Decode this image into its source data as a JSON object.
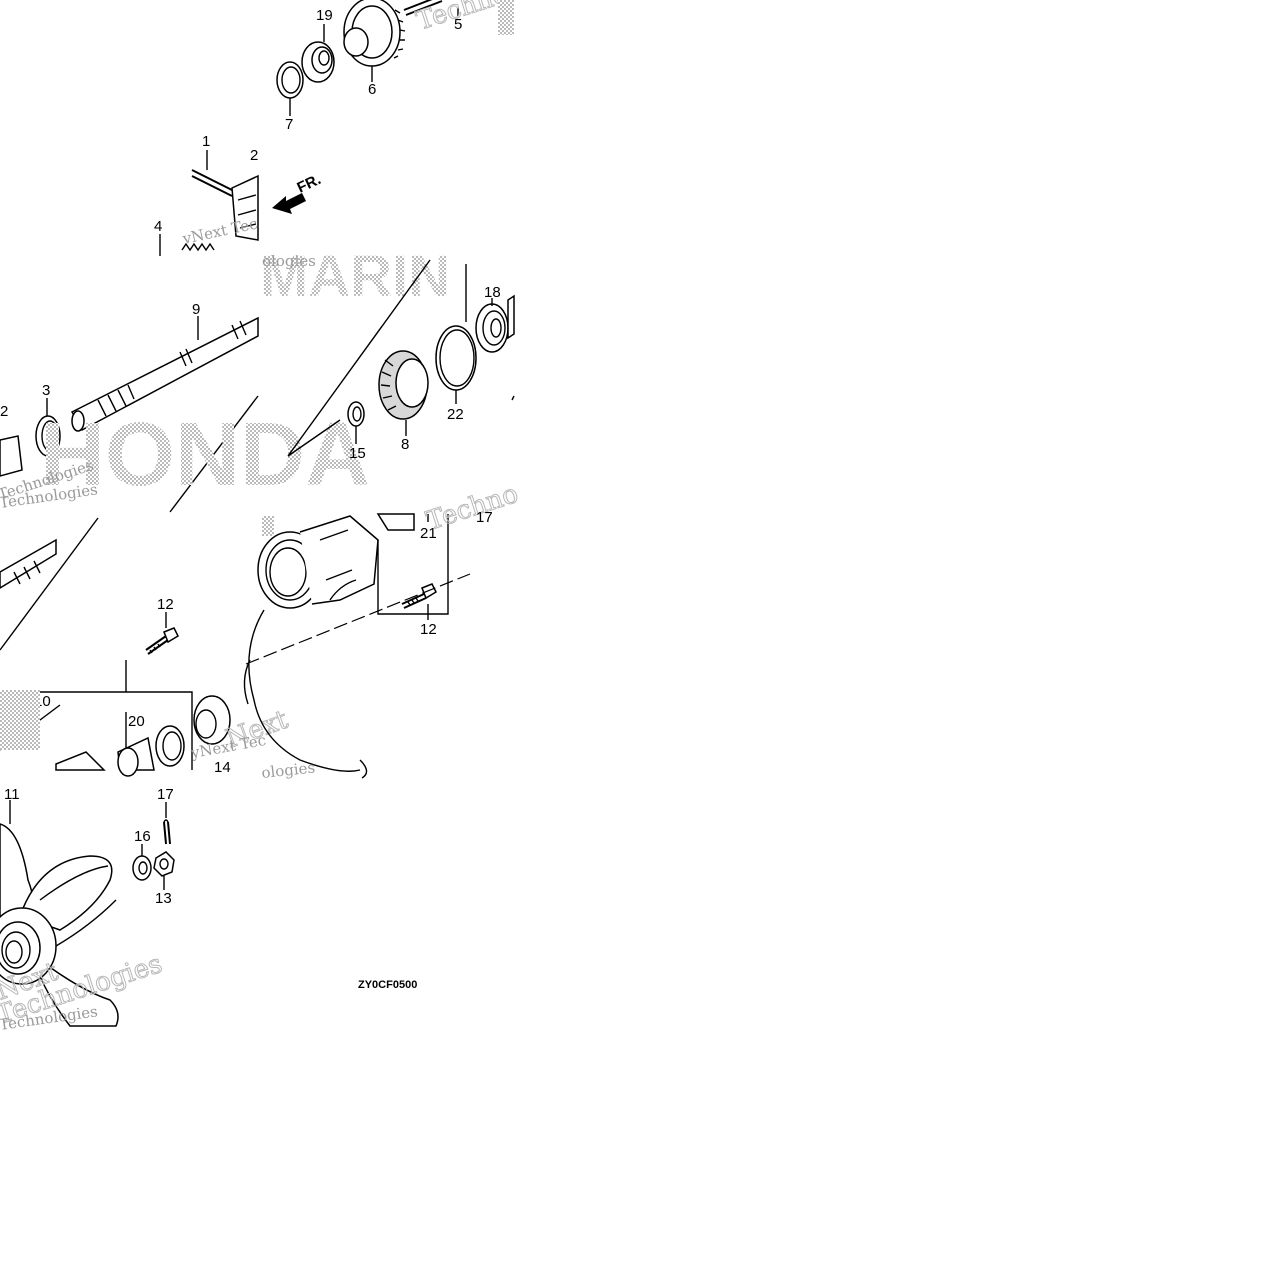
{
  "diagram": {
    "diagram_code": "ZY0CF0500",
    "direction_label": "FR.",
    "callouts": {
      "c1": "1",
      "c2a": "2",
      "c2b": "2",
      "c3": "3",
      "c4": "4",
      "c5": "5",
      "c6": "6",
      "c7": "7",
      "c8": "8",
      "c9": "9",
      "c10": "10",
      "c11": "11",
      "c12a": "12",
      "c12b": "12",
      "c13": "13",
      "c14": "14",
      "c15": "15",
      "c16": "16",
      "c17": "17",
      "c18": "18",
      "c19": "19",
      "c20": "20",
      "c21": "21",
      "c22": "22"
    },
    "watermarks": {
      "techno_1": "Techno",
      "techno_2": "Technologies",
      "techno_3": "Techno",
      "technologies_1": "Technologies",
      "technologies_2": "Technologies",
      "technologies_3": "Technologies",
      "next_1": "Next",
      "next_2": "Next",
      "vnext_1": "vNext Tec",
      "vnext_2": "yNext Tec",
      "ologies_1": "ologies",
      "ologies_2": "ologies",
      "brand_honda": "HONDA",
      "brand_marine": "MARIN"
    }
  }
}
